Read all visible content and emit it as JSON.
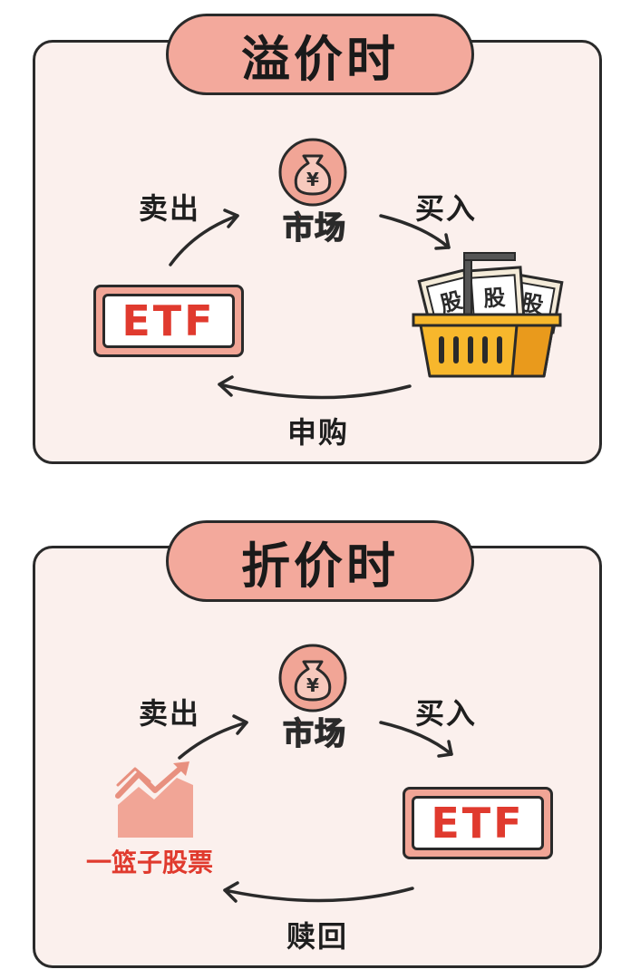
{
  "premium": {
    "title": "溢价时",
    "market_label": "市场",
    "sell_label": "卖出",
    "buy_label": "买入",
    "subscribe_label": "申购",
    "etf_label": "ETF",
    "stock_card_label": "股"
  },
  "discount": {
    "title": "折价时",
    "market_label": "市场",
    "sell_label": "卖出",
    "buy_label": "买入",
    "redeem_label": "赎回",
    "etf_label": "ETF",
    "basket_label": "一篮子股票"
  },
  "colors": {
    "panel_bg": "#fbf0ed",
    "title_bg": "#f3a99c",
    "accent_red": "#e03a2e",
    "outline": "#2a2a2a",
    "basket_yellow": "#f7b72c"
  },
  "icons": {
    "money_bag": "money-bag-icon",
    "shopping_basket": "shopping-basket-icon",
    "trend_chart": "trend-chart-icon"
  },
  "currency_symbol": "¥"
}
